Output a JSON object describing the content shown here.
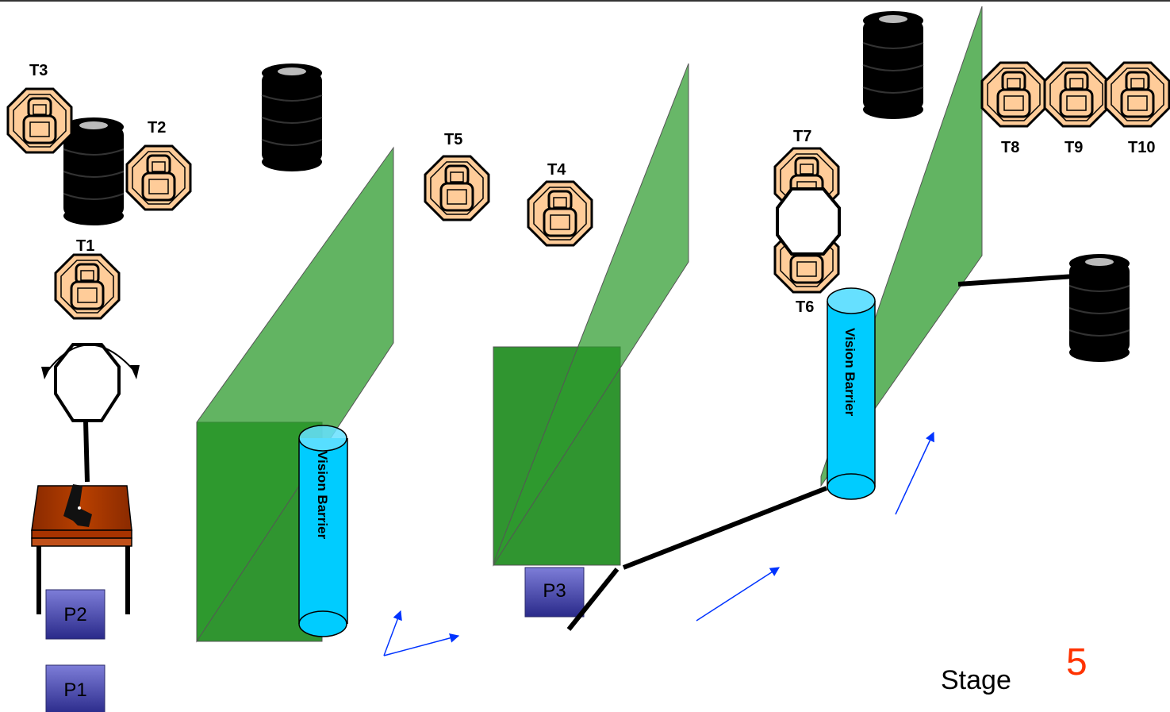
{
  "stage": {
    "label": "Stage",
    "number": "5",
    "number_color": "#ff3300"
  },
  "targets": {
    "t1": "T1",
    "t2": "T2",
    "t3": "T3",
    "t4": "T4",
    "t5": "T5",
    "t6": "T6",
    "t7": "T7",
    "t8": "T8",
    "t9": "T9",
    "t10": "T10"
  },
  "positions": {
    "p1": "P1",
    "p2": "P2",
    "p3": "P3"
  },
  "barriers": {
    "left": "Vision Barrier",
    "right": "Vision Barrier"
  },
  "colors": {
    "target_fill": "#ffcc99",
    "wall": "#2e9b2e",
    "barrel": "#000000",
    "barrier": "#00ccff",
    "arrow": "#0033ff",
    "table": "#a83300",
    "position_box": "#4a4aaa"
  },
  "icons": {
    "turning_target": "rotation-arrows-icon",
    "pistol": "pistol-icon",
    "barrel": "barrel-stack-icon"
  }
}
